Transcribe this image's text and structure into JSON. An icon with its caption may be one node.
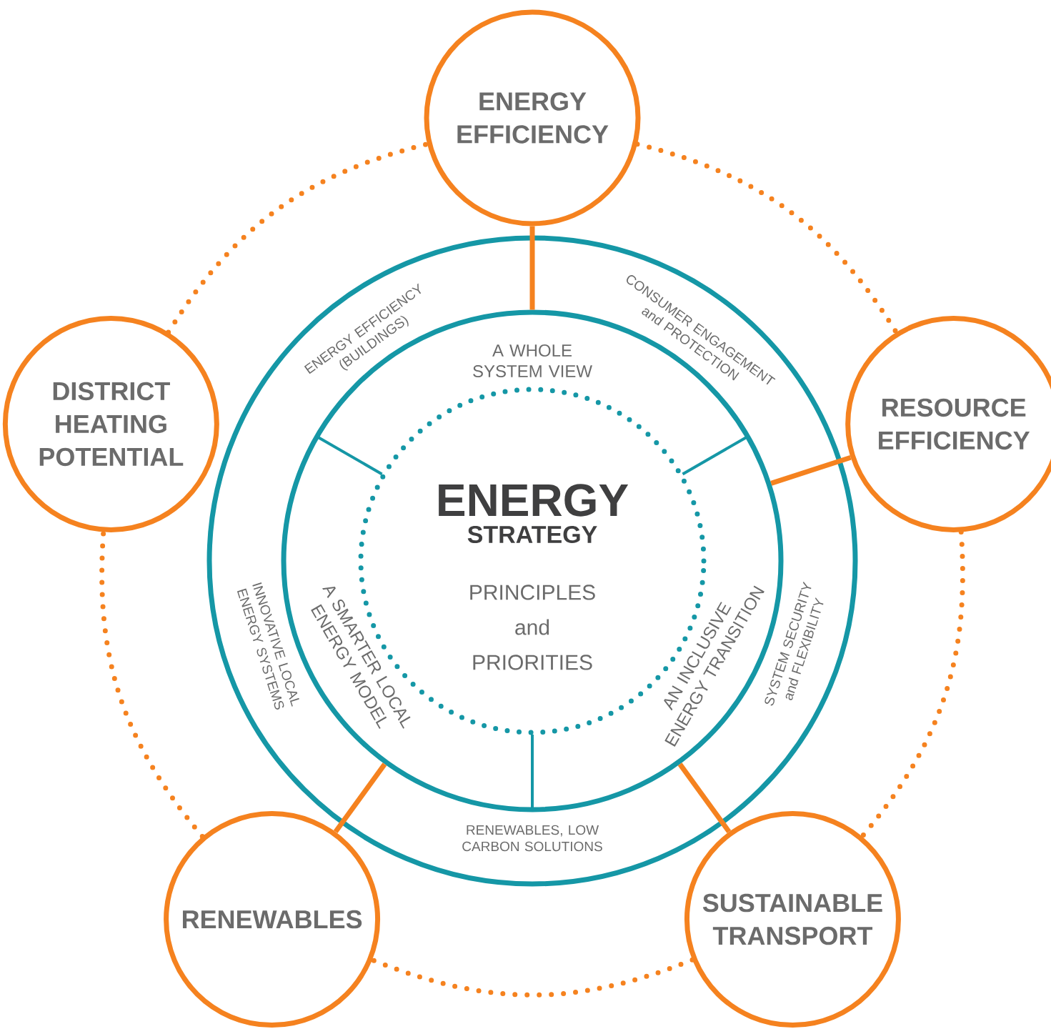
{
  "diagram": {
    "nodes": [
      {
        "text": [
          "ENERGY EFFICIENCY (BUILDINGS)",
          "CONSUMER ENGAGEMENT and PROTECTION",
          "INNOVATIVE LOCAL ENERGY SYSTEMS",
          "SYSTEM SECURITY and FLEXIBILITY",
          "RENEWABLES, LOW CARBON SOLUTIONS"
        ]
      },
      {
        "text": [
          "A WHOLE SYSTEM VIEW",
          "A SMARTER LOCAL ENERGY MODEL",
          "AN INCLUSIVE ENERGY TRANSITION"
        ],
        "in": 0
      },
      {
        "text": [
          "ENERGY",
          "STRATEGY",
          "PRINCIPLES and PRIORITIES"
        ],
        "in": 1
      },
      {
        "text": [
          "ENERGY EFFICIENCY"
        ]
      },
      {
        "text": [
          "DISTRICT HEATING POTENTIAL"
        ]
      },
      {
        "text": [
          "RESOURCE EFFICIENCY"
        ]
      },
      {
        "text": [
          "RENEWABLES"
        ]
      },
      {
        "text": [
          "SUSTAINABLE TRANSPORT"
        ]
      }
    ],
    "edges": [
      {
        "from": 3,
        "to": 1,
        "arrow": "none"
      },
      {
        "from": 5,
        "to": 1,
        "arrow": "none"
      },
      {
        "from": 7,
        "to": 1,
        "arrow": "none"
      },
      {
        "from": 6,
        "to": 1,
        "arrow": "none"
      },
      {
        "from": 3,
        "to": 5,
        "arrow": "none",
        "style": "dashed"
      },
      {
        "from": 5,
        "to": 7,
        "arrow": "none",
        "style": "dashed"
      },
      {
        "from": 7,
        "to": 6,
        "arrow": "none",
        "style": "dashed"
      },
      {
        "from": 6,
        "to": 4,
        "arrow": "none",
        "style": "dashed"
      },
      {
        "from": 4,
        "to": 3,
        "arrow": "none",
        "style": "dashed"
      }
    ]
  }
}
